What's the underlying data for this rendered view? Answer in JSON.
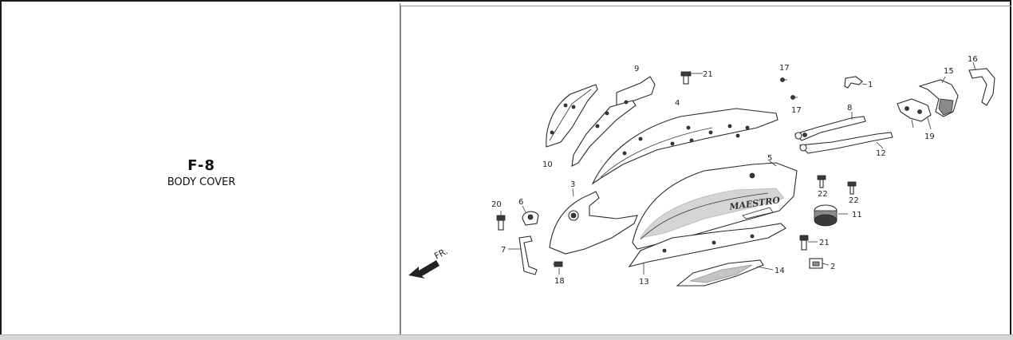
{
  "section": {
    "code": "F-8",
    "name": "BODY COVER"
  },
  "diagram": {
    "direction_label": "FR.",
    "brand_text": "MAESTRO",
    "part_labels": {
      "p1": "1",
      "p2": "2",
      "p3": "3",
      "p4": "4",
      "p5": "5",
      "p6": "6",
      "p7": "7",
      "p8": "8",
      "p9": "9",
      "p10": "10",
      "p11": "11",
      "p12": "12",
      "p13": "13",
      "p14": "14",
      "p15": "15",
      "p16": "16",
      "p17a": "17",
      "p17b": "17",
      "p18": "18",
      "p19": "19",
      "p20": "20",
      "p21a": "21",
      "p21b": "21",
      "p22a": "22",
      "p22b": "22"
    }
  }
}
